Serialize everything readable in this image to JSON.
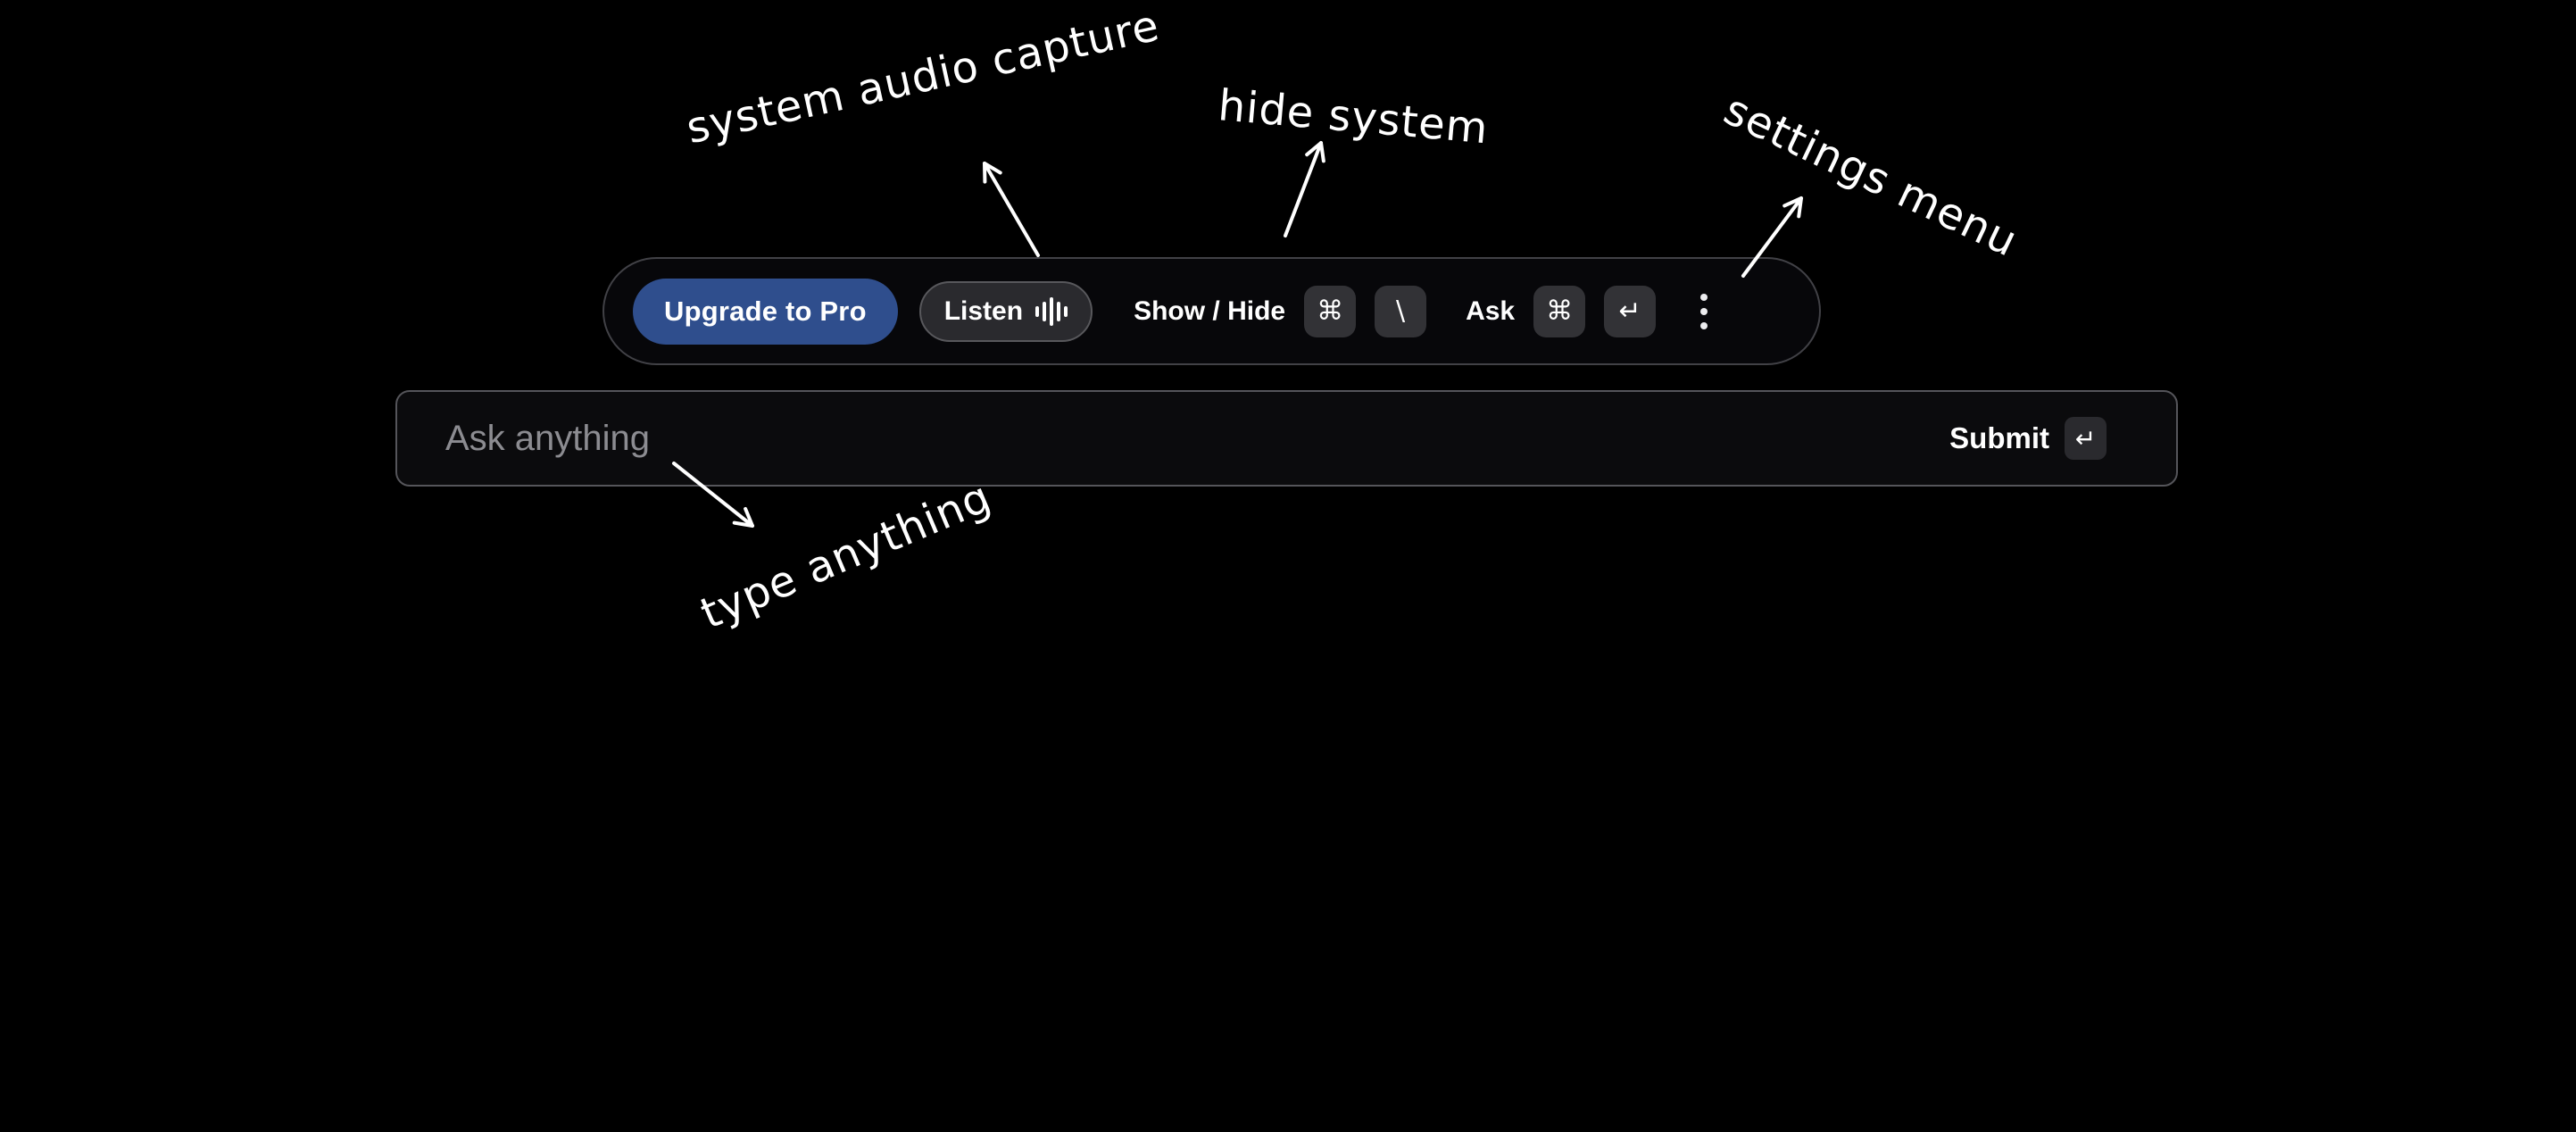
{
  "toolbar": {
    "upgrade_label": "Upgrade to Pro",
    "listen_label": "Listen",
    "show_hide_label": "Show / Hide",
    "show_hide_keys": [
      "⌘",
      "\\"
    ],
    "ask_label": "Ask",
    "ask_keys": [
      "⌘",
      "↵"
    ]
  },
  "ask_bar": {
    "placeholder": "Ask anything",
    "submit_label": "Submit",
    "submit_key": "↵"
  },
  "annotations": [
    {
      "id": "system-audio-capture",
      "text": "system audio capture"
    },
    {
      "id": "hide-system",
      "text": "hide system"
    },
    {
      "id": "settings-menu",
      "text": "settings menu"
    },
    {
      "id": "type-anything",
      "text": "type anything"
    }
  ],
  "colors": {
    "background": "#000000",
    "accent_blue": "#2f4e8d",
    "toolbar_border": "#414146",
    "keycap_bg": "#323236",
    "placeholder_text": "#8c8c91",
    "annotation_text": "#ffffff"
  }
}
